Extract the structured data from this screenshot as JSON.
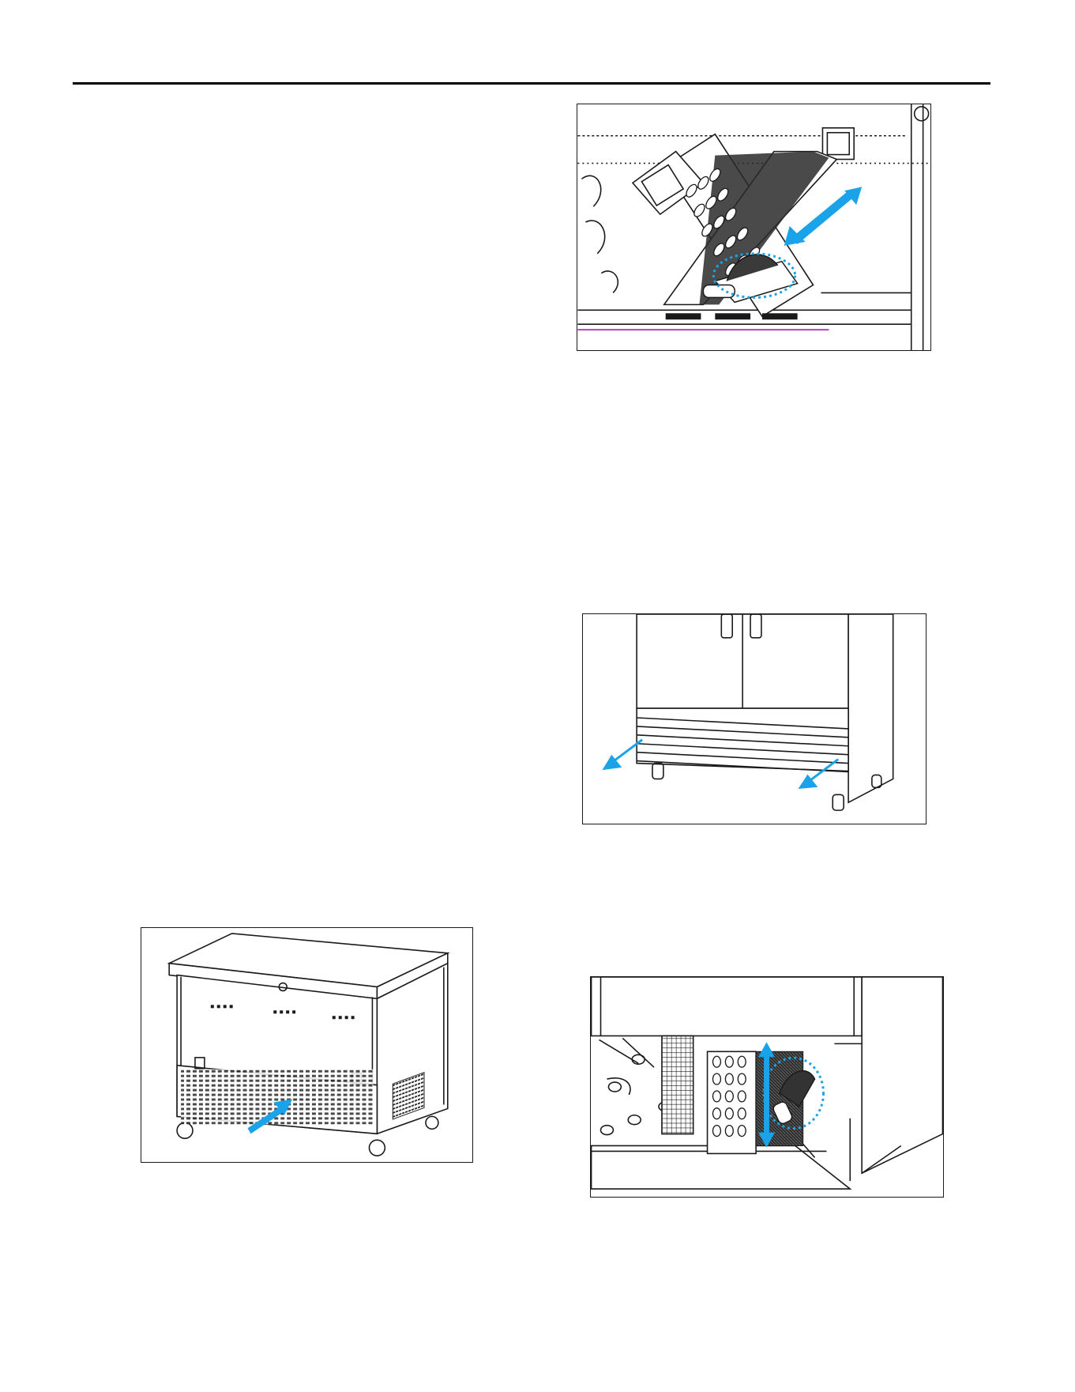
{
  "page": {
    "header_rule": true
  },
  "figures": [
    {
      "id": "fig1",
      "icon": "condenser-brush-cleaning-diagram",
      "arrow_color": "#1aa3e8"
    },
    {
      "id": "fig2",
      "icon": "grill-removal-diagram",
      "arrow_color": "#1aa3e8"
    },
    {
      "id": "fig3",
      "icon": "undercounter-louver-removal-diagram",
      "arrow_color": "#1aa3e8"
    },
    {
      "id": "fig4",
      "icon": "condenser-coil-brush-diagram",
      "arrow_color": "#1aa3e8"
    }
  ],
  "colors": {
    "accent_blue": "#1aa3e8",
    "line": "#1a1a1a",
    "magenta_line": "#c23bbf"
  }
}
